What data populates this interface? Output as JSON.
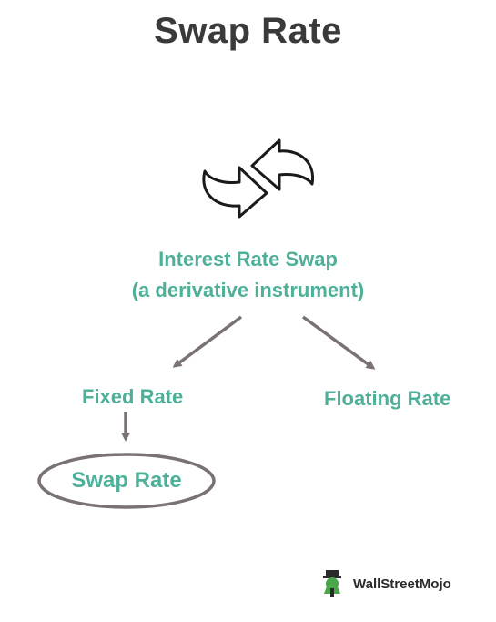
{
  "title": "Swap Rate",
  "diagram": {
    "center_line1": "Interest Rate Swap",
    "center_line2": "(a derivative instrument)",
    "left_branch": "Fixed Rate",
    "right_branch": "Floating Rate",
    "result": "Swap Rate"
  },
  "icons": {
    "swap": "swap-arrows-icon",
    "logo": "wallstreetmojo-logo-icon"
  },
  "colors": {
    "accent": "#4fb09a",
    "title": "#3a3a3a",
    "arrow": "#7a7272"
  },
  "logo": {
    "text": "WallStreetMojo"
  }
}
